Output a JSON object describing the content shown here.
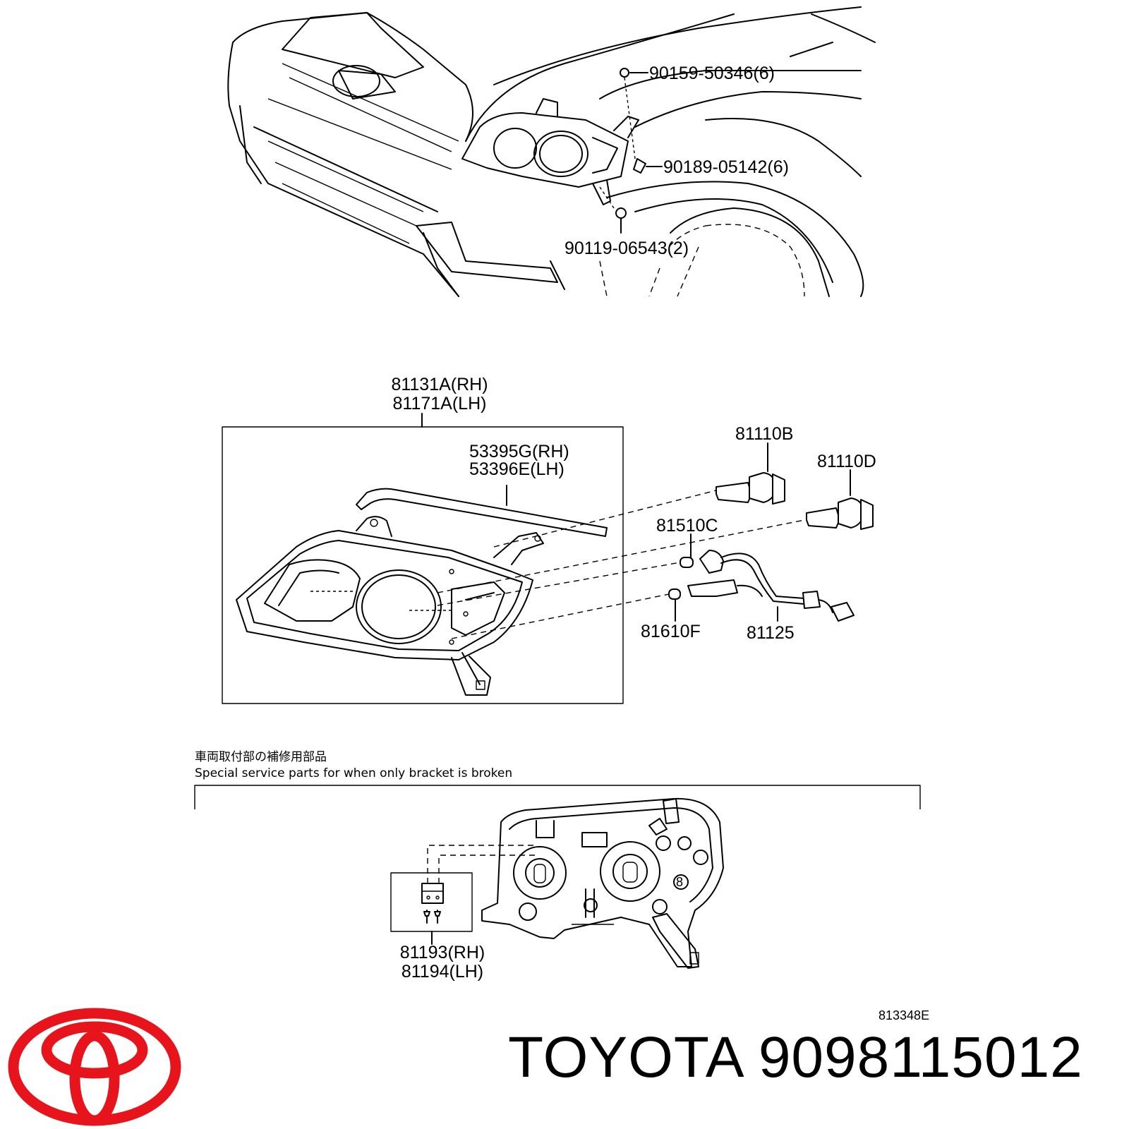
{
  "top_section": {
    "callouts": [
      "90159-50346(6)",
      "90189-05142(6)",
      "90119-06543(2)"
    ]
  },
  "assembly": {
    "headlamp_assy": [
      "81131A(RH)",
      "81171A(LH)"
    ],
    "parts": {
      "p53395": [
        "53395G(RH)",
        "53396E(LH)"
      ],
      "p81110B": "81110B",
      "p81110D": "81110D",
      "p81510C": "81510C",
      "p81610F": "81610F",
      "p81125": "81125"
    }
  },
  "repair_section": {
    "title_jp": "車両取付部の補修用部品",
    "title_en": "Special service parts for when only bracket is broken",
    "bracket_kit": [
      "81193(RH)",
      "81194(LH)"
    ]
  },
  "illustration_code": "813348E",
  "brand": {
    "text": "TOYOTA 9098115012",
    "logo": "toyota-logo",
    "logo_color": "#e8141c"
  }
}
